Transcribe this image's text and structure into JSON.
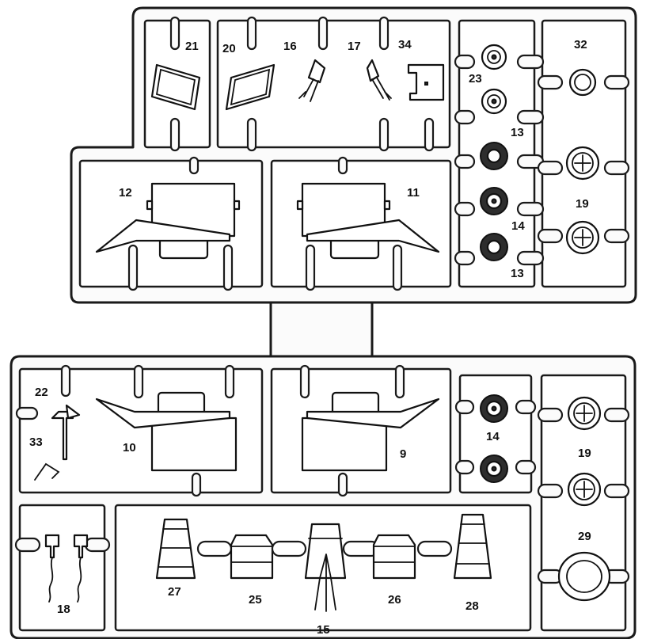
{
  "labels": {
    "p21": "21",
    "p20": "20",
    "p16": "16",
    "p17": "17",
    "p34": "34",
    "p23": "23",
    "p13a": "13",
    "p13b": "13",
    "p14a": "14",
    "p14b": "14",
    "p32": "32",
    "p19a": "19",
    "p19b": "19",
    "p29": "29",
    "p12": "12",
    "p11": "11",
    "p10": "10",
    "p9": "9",
    "p22": "22",
    "p33": "33",
    "p18": "18",
    "p27": "27",
    "p25": "25",
    "p15": "15",
    "p26": "26",
    "p28": "28"
  }
}
